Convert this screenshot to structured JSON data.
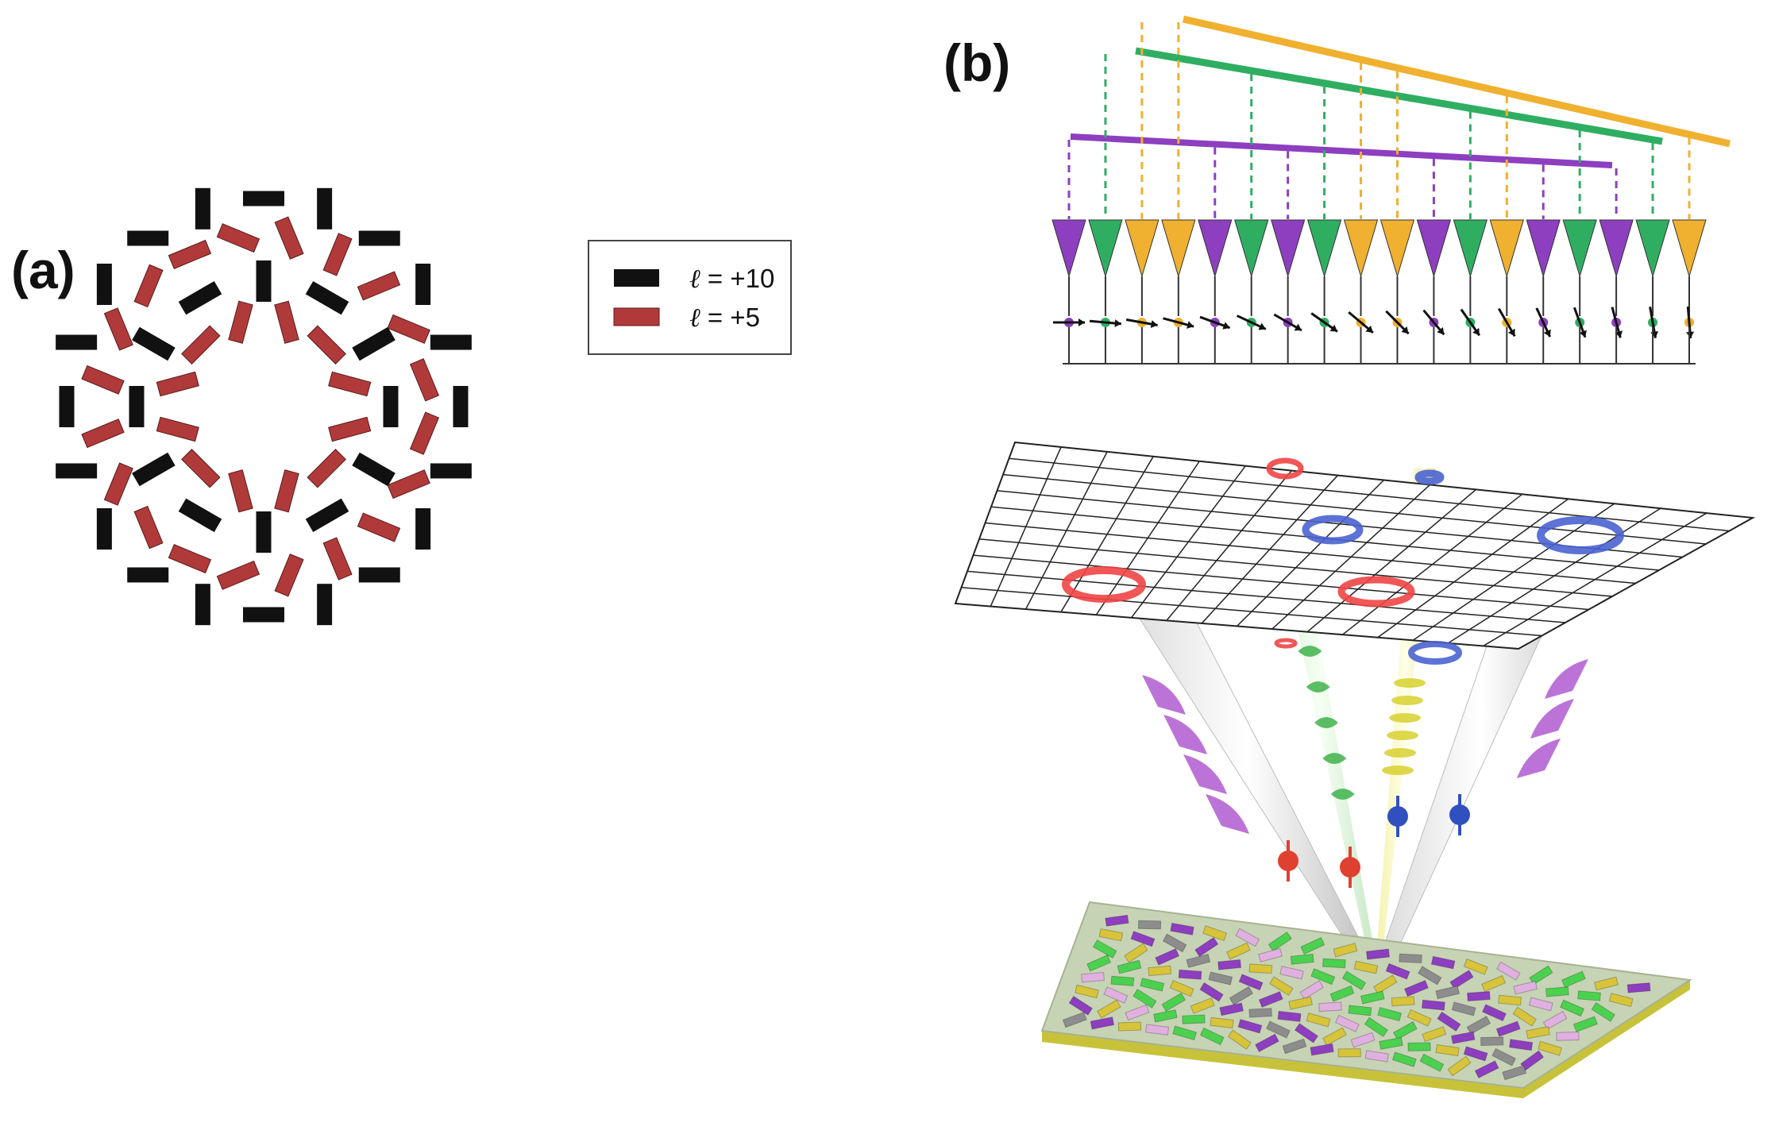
{
  "panels": {
    "a": {
      "label": "(a)"
    },
    "b": {
      "label": "(b)"
    }
  },
  "legend": {
    "items": [
      {
        "symbol": "ℓ",
        "text": " = +10",
        "color": "#111111"
      },
      {
        "symbol": "ℓ",
        "text": " = +5",
        "color": "#b03a3a"
      }
    ]
  },
  "colors": {
    "black_element": "#111111",
    "red_element": "#b03a3a",
    "purple": "#8d3fbf",
    "green": "#2fae62",
    "orange": "#f0b030",
    "ring_red": "#f04545",
    "ring_blue": "#4a63d0"
  }
}
